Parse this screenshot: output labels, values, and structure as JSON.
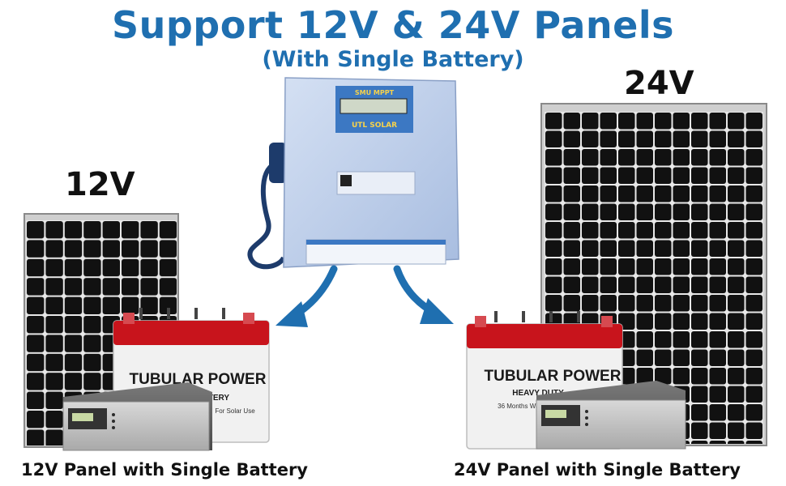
{
  "header": {
    "title": "Support 12V & 24V Panels",
    "subtitle": "(With Single Battery)"
  },
  "panels": {
    "left_label": "12V",
    "right_label": "24V"
  },
  "controller": {
    "model": "SMU MPPT",
    "brand": "UTL SOLAR"
  },
  "battery": {
    "brand": "TUBULAR POWER",
    "left_tag": "BATTERY",
    "left_sub": "For Solar Use",
    "right_tag": "HEAVY DUTY",
    "right_sub": "36 Months Warranty"
  },
  "captions": {
    "left": "12V Panel with Single Battery",
    "right": "24V Panel with Single Battery"
  },
  "colors": {
    "title": "#1f6fb0",
    "arrow": "#1f6fb0",
    "battery_lid": "#c8141c",
    "panel_cell": "#101010",
    "controller_body": "#b9cbe8"
  }
}
